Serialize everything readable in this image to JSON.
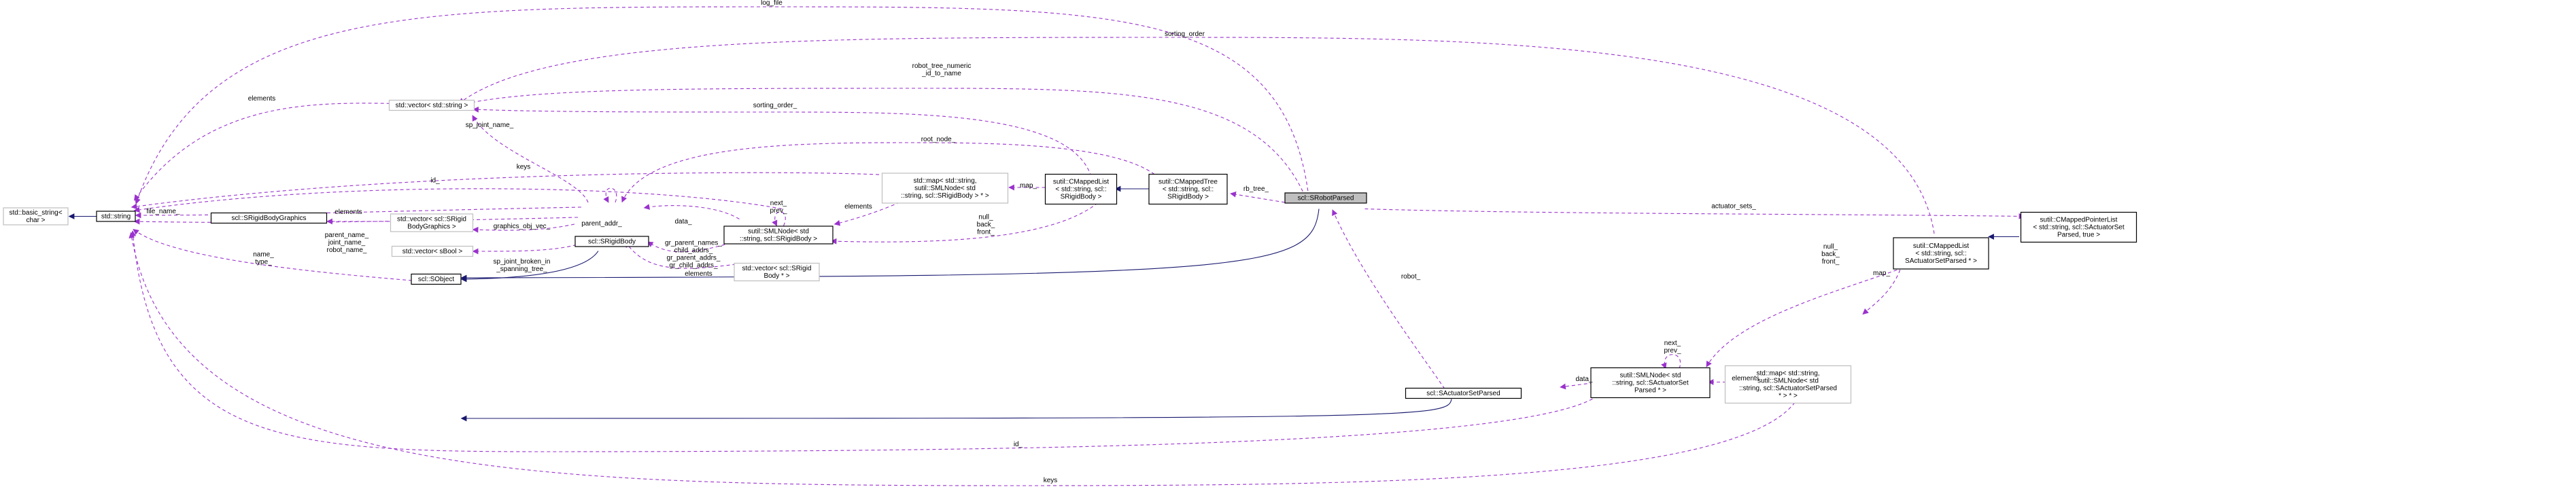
{
  "nodes": [
    {
      "id": "basic_string",
      "lines": [
        "std::basic_string<",
        "char >"
      ]
    },
    {
      "id": "string",
      "lines": [
        "std::string"
      ]
    },
    {
      "id": "vector_string",
      "lines": [
        "std::vector< std::string >"
      ]
    },
    {
      "id": "srigidbodygraphics",
      "lines": [
        "scl::SRigidBodyGraphics"
      ]
    },
    {
      "id": "vector_graphics",
      "lines": [
        "std::vector< scl::SRigid",
        "BodyGraphics >"
      ]
    },
    {
      "id": "vector_sbool",
      "lines": [
        "std::vector< sBool >"
      ]
    },
    {
      "id": "sobject",
      "lines": [
        "scl::SObject"
      ]
    },
    {
      "id": "srigidbody",
      "lines": [
        "scl::SRigidBody"
      ]
    },
    {
      "id": "smlnode_rb",
      "lines": [
        "sutil::SMLNode< std",
        "::string, scl::SRigidBody >"
      ]
    },
    {
      "id": "map_rb",
      "lines": [
        "std::map< std::string,",
        "sutil::SMLNode< std",
        "::string, scl::SRigidBody > * >"
      ]
    },
    {
      "id": "vector_rbptr",
      "lines": [
        "std::vector< scl::SRigid",
        "Body * >"
      ]
    },
    {
      "id": "cmappedlist_rb",
      "lines": [
        "sutil::CMappedList",
        "< std::string, scl::",
        "SRigidBody >"
      ]
    },
    {
      "id": "cmappedtree_rb",
      "lines": [
        "sutil::CMappedTree",
        "< std::string, scl::",
        "SRigidBody >"
      ]
    },
    {
      "id": "srobotparsed",
      "lines": [
        "scl::SRobotParsed"
      ]
    },
    {
      "id": "sactuatorsetparsed",
      "lines": [
        "scl::SActuatorSetParsed"
      ]
    },
    {
      "id": "smlnode_act",
      "lines": [
        "sutil::SMLNode< std",
        "::string, scl::SActuatorSet",
        "Parsed * >"
      ]
    },
    {
      "id": "map_act",
      "lines": [
        "std::map< std::string,",
        "sutil::SMLNode< std",
        "::string, scl::SActuatorSetParsed",
        "* > * >"
      ]
    },
    {
      "id": "cmappedlist_act",
      "lines": [
        "sutil::CMappedList",
        "< std::string, scl::",
        "SActuatorSetParsed * >"
      ]
    },
    {
      "id": "cmappedptrlist_act",
      "lines": [
        "sutil::CMappedPointerList",
        "< std::string, scl::SActuatorSet",
        "Parsed, true >"
      ]
    }
  ],
  "edge_labels": [
    {
      "id": "log_file",
      "lines": [
        "log_file"
      ]
    },
    {
      "id": "sorting_order_top",
      "lines": [
        "sorting_order"
      ]
    },
    {
      "id": "robot_tree_numeric",
      "lines": [
        "robot_tree_numeric",
        "_id_to_name"
      ]
    },
    {
      "id": "sorting_order_mid",
      "lines": [
        "sorting_order_"
      ]
    },
    {
      "id": "root_node",
      "lines": [
        "root_node_"
      ]
    },
    {
      "id": "elements_vs",
      "lines": [
        "elements"
      ]
    },
    {
      "id": "sp_joint_name",
      "lines": [
        "sp_joint_name_"
      ]
    },
    {
      "id": "keys_upper",
      "lines": [
        "keys"
      ]
    },
    {
      "id": "id_upper",
      "lines": [
        "id_"
      ]
    },
    {
      "id": "file_name",
      "lines": [
        "file_name_"
      ]
    },
    {
      "id": "elements_graphics",
      "lines": [
        "elements"
      ]
    },
    {
      "id": "graphics_obj_vec",
      "lines": [
        "graphics_obj_vec_"
      ]
    },
    {
      "id": "parent_addr",
      "lines": [
        "parent_addr_"
      ]
    },
    {
      "id": "parent_name_block",
      "lines": [
        "parent_name_",
        "joint_name_",
        "robot_name_"
      ]
    },
    {
      "id": "data_rb",
      "lines": [
        "data_"
      ]
    },
    {
      "id": "next_prev_rb",
      "lines": [
        "next_",
        "prev_"
      ]
    },
    {
      "id": "elements_map",
      "lines": [
        "elements"
      ]
    },
    {
      "id": "map_rb_label",
      "lines": [
        "map_"
      ]
    },
    {
      "id": "null_back_front_rb",
      "lines": [
        "null_",
        "back_",
        "front_"
      ]
    },
    {
      "id": "gr_block",
      "lines": [
        "gr_parent_names_",
        "child_addrs_",
        "gr_parent_addrs_",
        "gr_child_addrs_"
      ]
    },
    {
      "id": "elements_rbptr",
      "lines": [
        "elements"
      ]
    },
    {
      "id": "sp_joint_broken",
      "lines": [
        "sp_joint_broken_in",
        "_spanning_tree_"
      ]
    },
    {
      "id": "name_type",
      "lines": [
        "name_",
        "type_"
      ]
    },
    {
      "id": "rb_tree",
      "lines": [
        "rb_tree_"
      ]
    },
    {
      "id": "robot_label",
      "lines": [
        "robot_"
      ]
    },
    {
      "id": "actuator_sets",
      "lines": [
        "actuator_sets_"
      ]
    },
    {
      "id": "next_prev_act",
      "lines": [
        "next_",
        "prev_"
      ]
    },
    {
      "id": "data_act",
      "lines": [
        "data_"
      ]
    },
    {
      "id": "elements_act",
      "lines": [
        "elements"
      ]
    },
    {
      "id": "map_act_label",
      "lines": [
        "map_"
      ]
    },
    {
      "id": "null_back_front_act",
      "lines": [
        "null_",
        "back_",
        "front_"
      ]
    },
    {
      "id": "id_lower",
      "lines": [
        "id_"
      ]
    },
    {
      "id": "keys_lower",
      "lines": [
        "keys"
      ]
    }
  ],
  "colors": {
    "usage_edge": "#9a32cd",
    "inheritance_edge": "#191970",
    "focus_fill": "#bfbfbf",
    "undocumented_border": "#bfbfbf"
  }
}
